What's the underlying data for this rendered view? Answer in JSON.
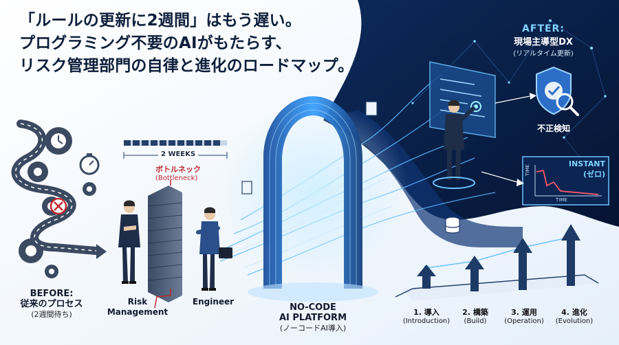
{
  "headline": {
    "line1": "「ルールの更新に2週間」はもう遅い。",
    "line2": "プログラミング不要のAIがもたらす、",
    "line3": "リスク管理部門の自律と進化のロードマップ。"
  },
  "before": {
    "title": "BEFORE:",
    "subtitle": "従来のプロセス",
    "note": "(2週間待ち)"
  },
  "timeline_bar_label": "2 WEEKS",
  "bottleneck": {
    "ja": "ボトルネック",
    "en": "(Bottleneck)"
  },
  "people": {
    "risk_line1": "Risk",
    "risk_line2": "Management",
    "engineer": "Engineer"
  },
  "platform": {
    "line1": "NO-CODE",
    "line2": "AI PLATFORM",
    "sub": "(ノーコードAI導入)"
  },
  "after": {
    "title": "AFTER:",
    "subtitle": "現場主導型DX",
    "note": "(リアルタイム更新)"
  },
  "fraud_label": "不正検知",
  "instant_chart": {
    "line1": "INSTANT",
    "line2": "(ゼロ)",
    "x_axis": "TIME",
    "y_axis": "TIME"
  },
  "stages": [
    {
      "ja": "1. 導入",
      "en": "(Introduction)"
    },
    {
      "ja": "2. 構築",
      "en": "(Build)"
    },
    {
      "ja": "3. 運用",
      "en": "(Operation)"
    },
    {
      "ja": "4. 進化",
      "en": "(Evolution)"
    }
  ],
  "colors": {
    "navy": "#0f1f3b",
    "dark_bg": "#0a1a3c",
    "accent_blue": "#3aa0ff",
    "glow": "#7fd3ff",
    "bottleneck_red": "#c0282d"
  }
}
